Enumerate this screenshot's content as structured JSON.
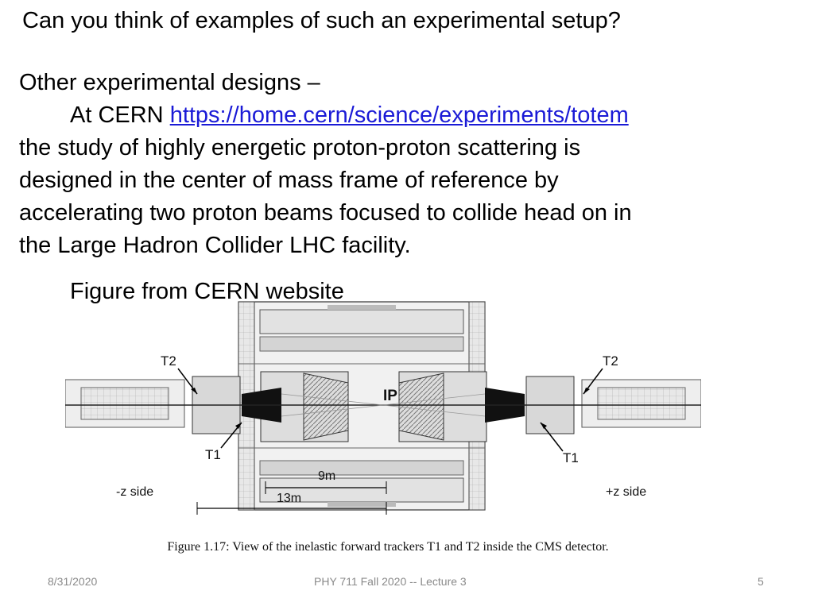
{
  "slide": {
    "title": "Can you think of examples of such an experimental setup?",
    "lines": {
      "l1": "Other experimental designs –",
      "l2_prefix": "At CERN ",
      "link": "https://home.cern/science/experiments/totem",
      "l3": "the study of highly energetic proton-proton scattering is",
      "l4": "designed in the center of mass frame of reference by",
      "l5": "accelerating two proton beams focused to collide head on in",
      "l6": "the Large Hadron Collider LHC facility."
    },
    "figure_label": "Figure from CERN website"
  },
  "figure": {
    "labels": {
      "t2_left": "T2",
      "t2_right": "T2",
      "t1_left": "T1",
      "t1_right": "T1",
      "ip": "IP",
      "nine_m": "9m",
      "thirteen_m": "13m",
      "minus_z": "-z side",
      "plus_z": "+z side"
    },
    "caption": "Figure 1.17: View of the inelastic forward trackers T1 and T2 inside the CMS detector."
  },
  "footer": {
    "date": "8/31/2020",
    "course": "PHY 711  Fall 2020 -- Lecture 3",
    "page": "5"
  }
}
